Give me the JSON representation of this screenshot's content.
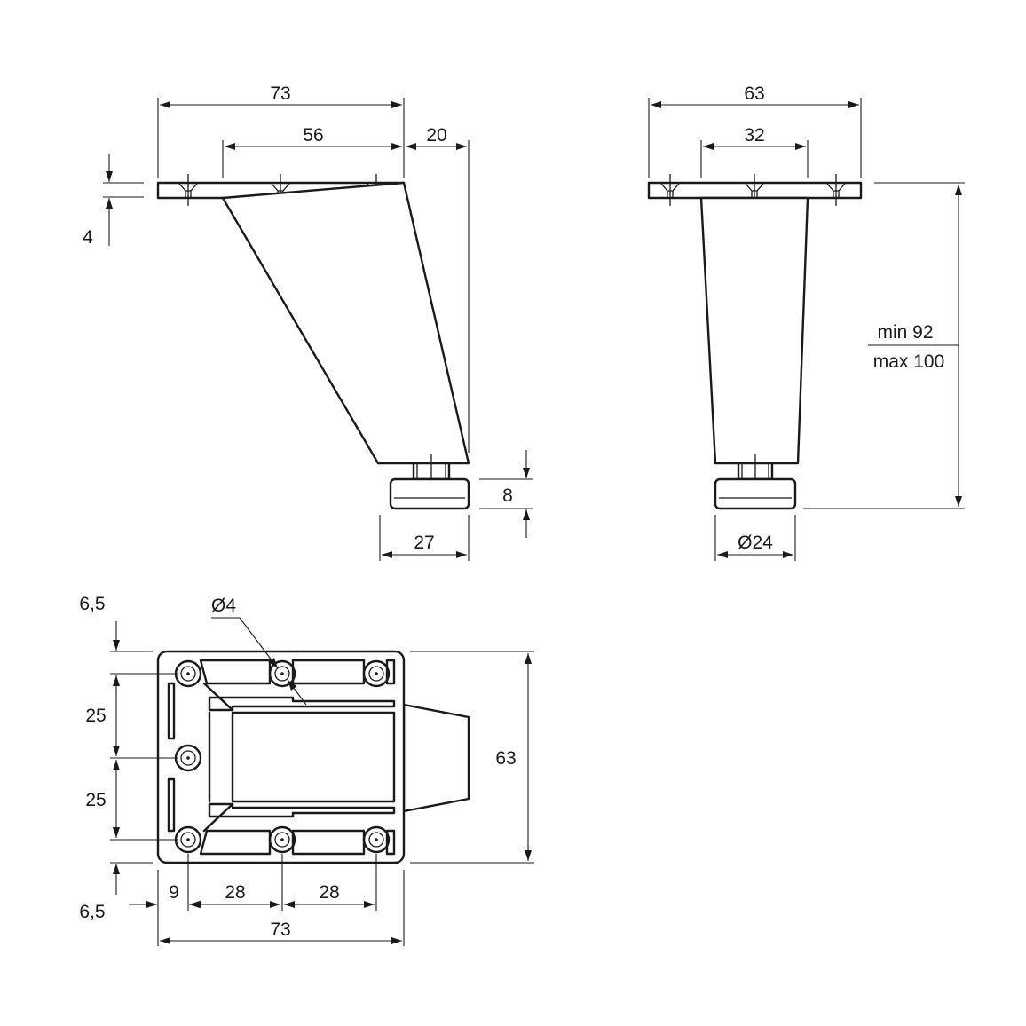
{
  "dimensions": {
    "side_view": {
      "overall_length": "73",
      "hole_spacing": "56",
      "offset": "20",
      "plate_thickness": "4",
      "foot_height": "8",
      "foot_width": "27"
    },
    "front_view": {
      "plate_width": "63",
      "hole_spacing": "32",
      "height_min": "min 92",
      "height_max": "max 100",
      "foot_diameter": "Ø24"
    },
    "top_view": {
      "hole_diameter": "Ø4",
      "edge_top": "6,5",
      "pitch_upper": "25",
      "pitch_lower": "25",
      "edge_bottom": "6,5",
      "plate_height": "63",
      "edge_left": "9",
      "pitch_left": "28",
      "pitch_right": "28",
      "overall_length": "73"
    }
  }
}
